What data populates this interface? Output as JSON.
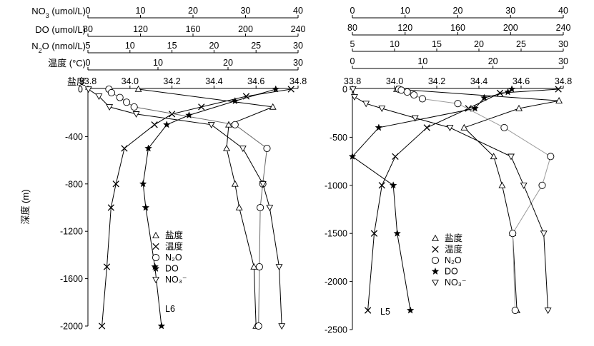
{
  "chart_data": [
    {
      "type": "line",
      "station_label": "L6",
      "y_axis": {
        "label": "深度 (m)",
        "ticks": [
          "0",
          "-400",
          "-800",
          "-1200",
          "-1600",
          "-2000"
        ],
        "ylim": [
          -2000,
          0
        ]
      },
      "x_axes": [
        {
          "label": "NO",
          "sub": "3",
          "unit": " (umol/L)",
          "ticks": [
            "0",
            "10",
            "20",
            "30",
            "40"
          ],
          "xlim": [
            0,
            40
          ]
        },
        {
          "label": "DO",
          "sub": "",
          "unit": " (umol/L)",
          "ticks": [
            "80",
            "120",
            "160",
            "200",
            "240"
          ],
          "xlim": [
            80,
            240
          ]
        },
        {
          "label": "N",
          "sub": "2",
          "unit": "O (nmol/L)",
          "ticks": [
            "5",
            "10",
            "15",
            "20",
            "25",
            "30"
          ],
          "xlim": [
            5,
            30
          ]
        },
        {
          "label": "温度",
          "sub": "",
          "unit": " (°C)",
          "ticks": [
            "0",
            "10",
            "20",
            "30"
          ],
          "xlim": [
            0,
            30
          ]
        },
        {
          "label": "盐度",
          "sub": "",
          "unit": "",
          "ticks": [
            "33.8",
            "34.0",
            "34.2",
            "34.4",
            "34.6",
            "34.8"
          ],
          "xlim": [
            33.8,
            34.8
          ]
        }
      ],
      "legend": [
        "盐度",
        "温度",
        "N₂O",
        "DO",
        "NO₃⁻"
      ],
      "legend_position": "bottom-center",
      "series": [
        {
          "name": "盐度",
          "axis": 4,
          "marker": "triangle-up",
          "points": [
            [
              34.04,
              0
            ],
            [
              34.68,
              -150
            ],
            [
              34.47,
              -300
            ],
            [
              34.46,
              -500
            ],
            [
              34.5,
              -800
            ],
            [
              34.52,
              -1000
            ],
            [
              34.59,
              -1500
            ],
            [
              34.6,
              -2000
            ]
          ]
        },
        {
          "name": "温度",
          "axis": 3,
          "marker": "x",
          "points": [
            [
              29.0,
              0
            ],
            [
              22.6,
              -60
            ],
            [
              16.2,
              -150
            ],
            [
              12.0,
              -210
            ],
            [
              9.5,
              -300
            ],
            [
              5.2,
              -500
            ],
            [
              4.0,
              -800
            ],
            [
              3.3,
              -1000
            ],
            [
              2.7,
              -1500
            ],
            [
              2.0,
              -2000
            ]
          ]
        },
        {
          "name": "N₂O",
          "axis": 2,
          "marker": "circle",
          "points": [
            [
              7.5,
              0
            ],
            [
              7.8,
              -30
            ],
            [
              8.8,
              -70
            ],
            [
              9.6,
              -110
            ],
            [
              10.5,
              -150
            ],
            [
              22.5,
              -300
            ],
            [
              26.3,
              -500
            ],
            [
              25.8,
              -800
            ],
            [
              25.5,
              -1000
            ],
            [
              25.4,
              -1500
            ],
            [
              25.3,
              -2000
            ]
          ]
        },
        {
          "name": "DO",
          "axis": 1,
          "marker": "star",
          "points": [
            [
              223,
              0
            ],
            [
              192,
              -100
            ],
            [
              157,
              -220
            ],
            [
              140,
              -300
            ],
            [
              126,
              -500
            ],
            [
              122,
              -800
            ],
            [
              124,
              -1000
            ],
            [
              131,
              -1500
            ],
            [
              136,
              -2000
            ]
          ]
        },
        {
          "name": "NO₃⁻",
          "axis": 0,
          "marker": "triangle-down",
          "points": [
            [
              0.1,
              0
            ],
            [
              2.1,
              -60
            ],
            [
              4.1,
              -150
            ],
            [
              9.2,
              -210
            ],
            [
              23.5,
              -300
            ],
            [
              29.5,
              -500
            ],
            [
              33.3,
              -800
            ],
            [
              34.6,
              -1000
            ],
            [
              36.4,
              -1500
            ],
            [
              36.9,
              -2000
            ]
          ]
        }
      ]
    },
    {
      "type": "line",
      "station_label": "L5",
      "y_axis": {
        "label": "",
        "ticks": [
          "0",
          "-500",
          "-1000",
          "-1500",
          "-2000",
          "-2500"
        ],
        "ylim": [
          -2500,
          0
        ]
      },
      "x_axes": [
        {
          "label": "",
          "sub": "",
          "unit": "",
          "ticks": [
            "0",
            "10",
            "20",
            "30",
            "40"
          ],
          "xlim": [
            0,
            40
          ]
        },
        {
          "label": "",
          "sub": "",
          "unit": "",
          "ticks": [
            "80",
            "120",
            "160",
            "200",
            "240"
          ],
          "xlim": [
            80,
            240
          ]
        },
        {
          "label": "",
          "sub": "",
          "unit": "",
          "ticks": [
            "5",
            "10",
            "15",
            "20",
            "25",
            "30"
          ],
          "xlim": [
            5,
            30
          ]
        },
        {
          "label": "",
          "sub": "",
          "unit": "",
          "ticks": [
            "0",
            "10",
            "20",
            "30"
          ],
          "xlim": [
            0,
            30
          ]
        },
        {
          "label": "",
          "sub": "",
          "unit": "",
          "ticks": [
            "33.8",
            "34.0",
            "34.2",
            "34.4",
            "34.6",
            "34.8"
          ],
          "xlim": [
            33.8,
            34.8
          ]
        }
      ],
      "legend": [
        "盐度",
        "温度",
        "N₂O",
        "DO",
        "NO₃⁻"
      ],
      "legend_position": "bottom-center",
      "series": [
        {
          "name": "盐度",
          "axis": 4,
          "marker": "triangle-up",
          "points": [
            [
              34.01,
              0
            ],
            [
              34.78,
              -120
            ],
            [
              34.59,
              -200
            ],
            [
              34.33,
              -400
            ],
            [
              34.47,
              -700
            ],
            [
              34.51,
              -1000
            ],
            [
              34.56,
              -1500
            ],
            [
              34.58,
              -2300
            ]
          ]
        },
        {
          "name": "温度",
          "axis": 3,
          "marker": "x",
          "points": [
            [
              29.3,
              0
            ],
            [
              21.0,
              -40
            ],
            [
              16.5,
              -200
            ],
            [
              10.6,
              -400
            ],
            [
              6.1,
              -700
            ],
            [
              4.2,
              -1000
            ],
            [
              3.1,
              -1500
            ],
            [
              2.2,
              -2300
            ]
          ]
        },
        {
          "name": "N₂O",
          "axis": 2,
          "marker": "circle",
          "points": [
            [
              10.5,
              0
            ],
            [
              10.8,
              -10
            ],
            [
              11.5,
              -30
            ],
            [
              12.3,
              -60
            ],
            [
              13.3,
              -100
            ],
            [
              17.5,
              -150
            ],
            [
              23.0,
              -400
            ],
            [
              28.5,
              -700
            ],
            [
              27.5,
              -1000
            ],
            [
              24.0,
              -1500
            ],
            [
              24.3,
              -2300
            ]
          ]
        },
        {
          "name": "DO",
          "axis": 1,
          "marker": "star",
          "points": [
            [
              201,
              0
            ],
            [
              198,
              -30
            ],
            [
              180,
              -90
            ],
            [
              173,
              -200
            ],
            [
              100,
              -400
            ],
            [
              80,
              -700
            ],
            [
              111,
              -1000
            ],
            [
              114,
              -1500
            ],
            [
              124,
              -2300
            ]
          ]
        },
        {
          "name": "NO₃⁻",
          "axis": 0,
          "marker": "triangle-down",
          "points": [
            [
              0.1,
              0
            ],
            [
              0.4,
              -80
            ],
            [
              2.6,
              -150
            ],
            [
              5.6,
              -200
            ],
            [
              11.9,
              -300
            ],
            [
              18.5,
              -400
            ],
            [
              30.1,
              -700
            ],
            [
              32.5,
              -1000
            ],
            [
              36.3,
              -1500
            ],
            [
              37.1,
              -2300
            ]
          ]
        }
      ]
    }
  ]
}
